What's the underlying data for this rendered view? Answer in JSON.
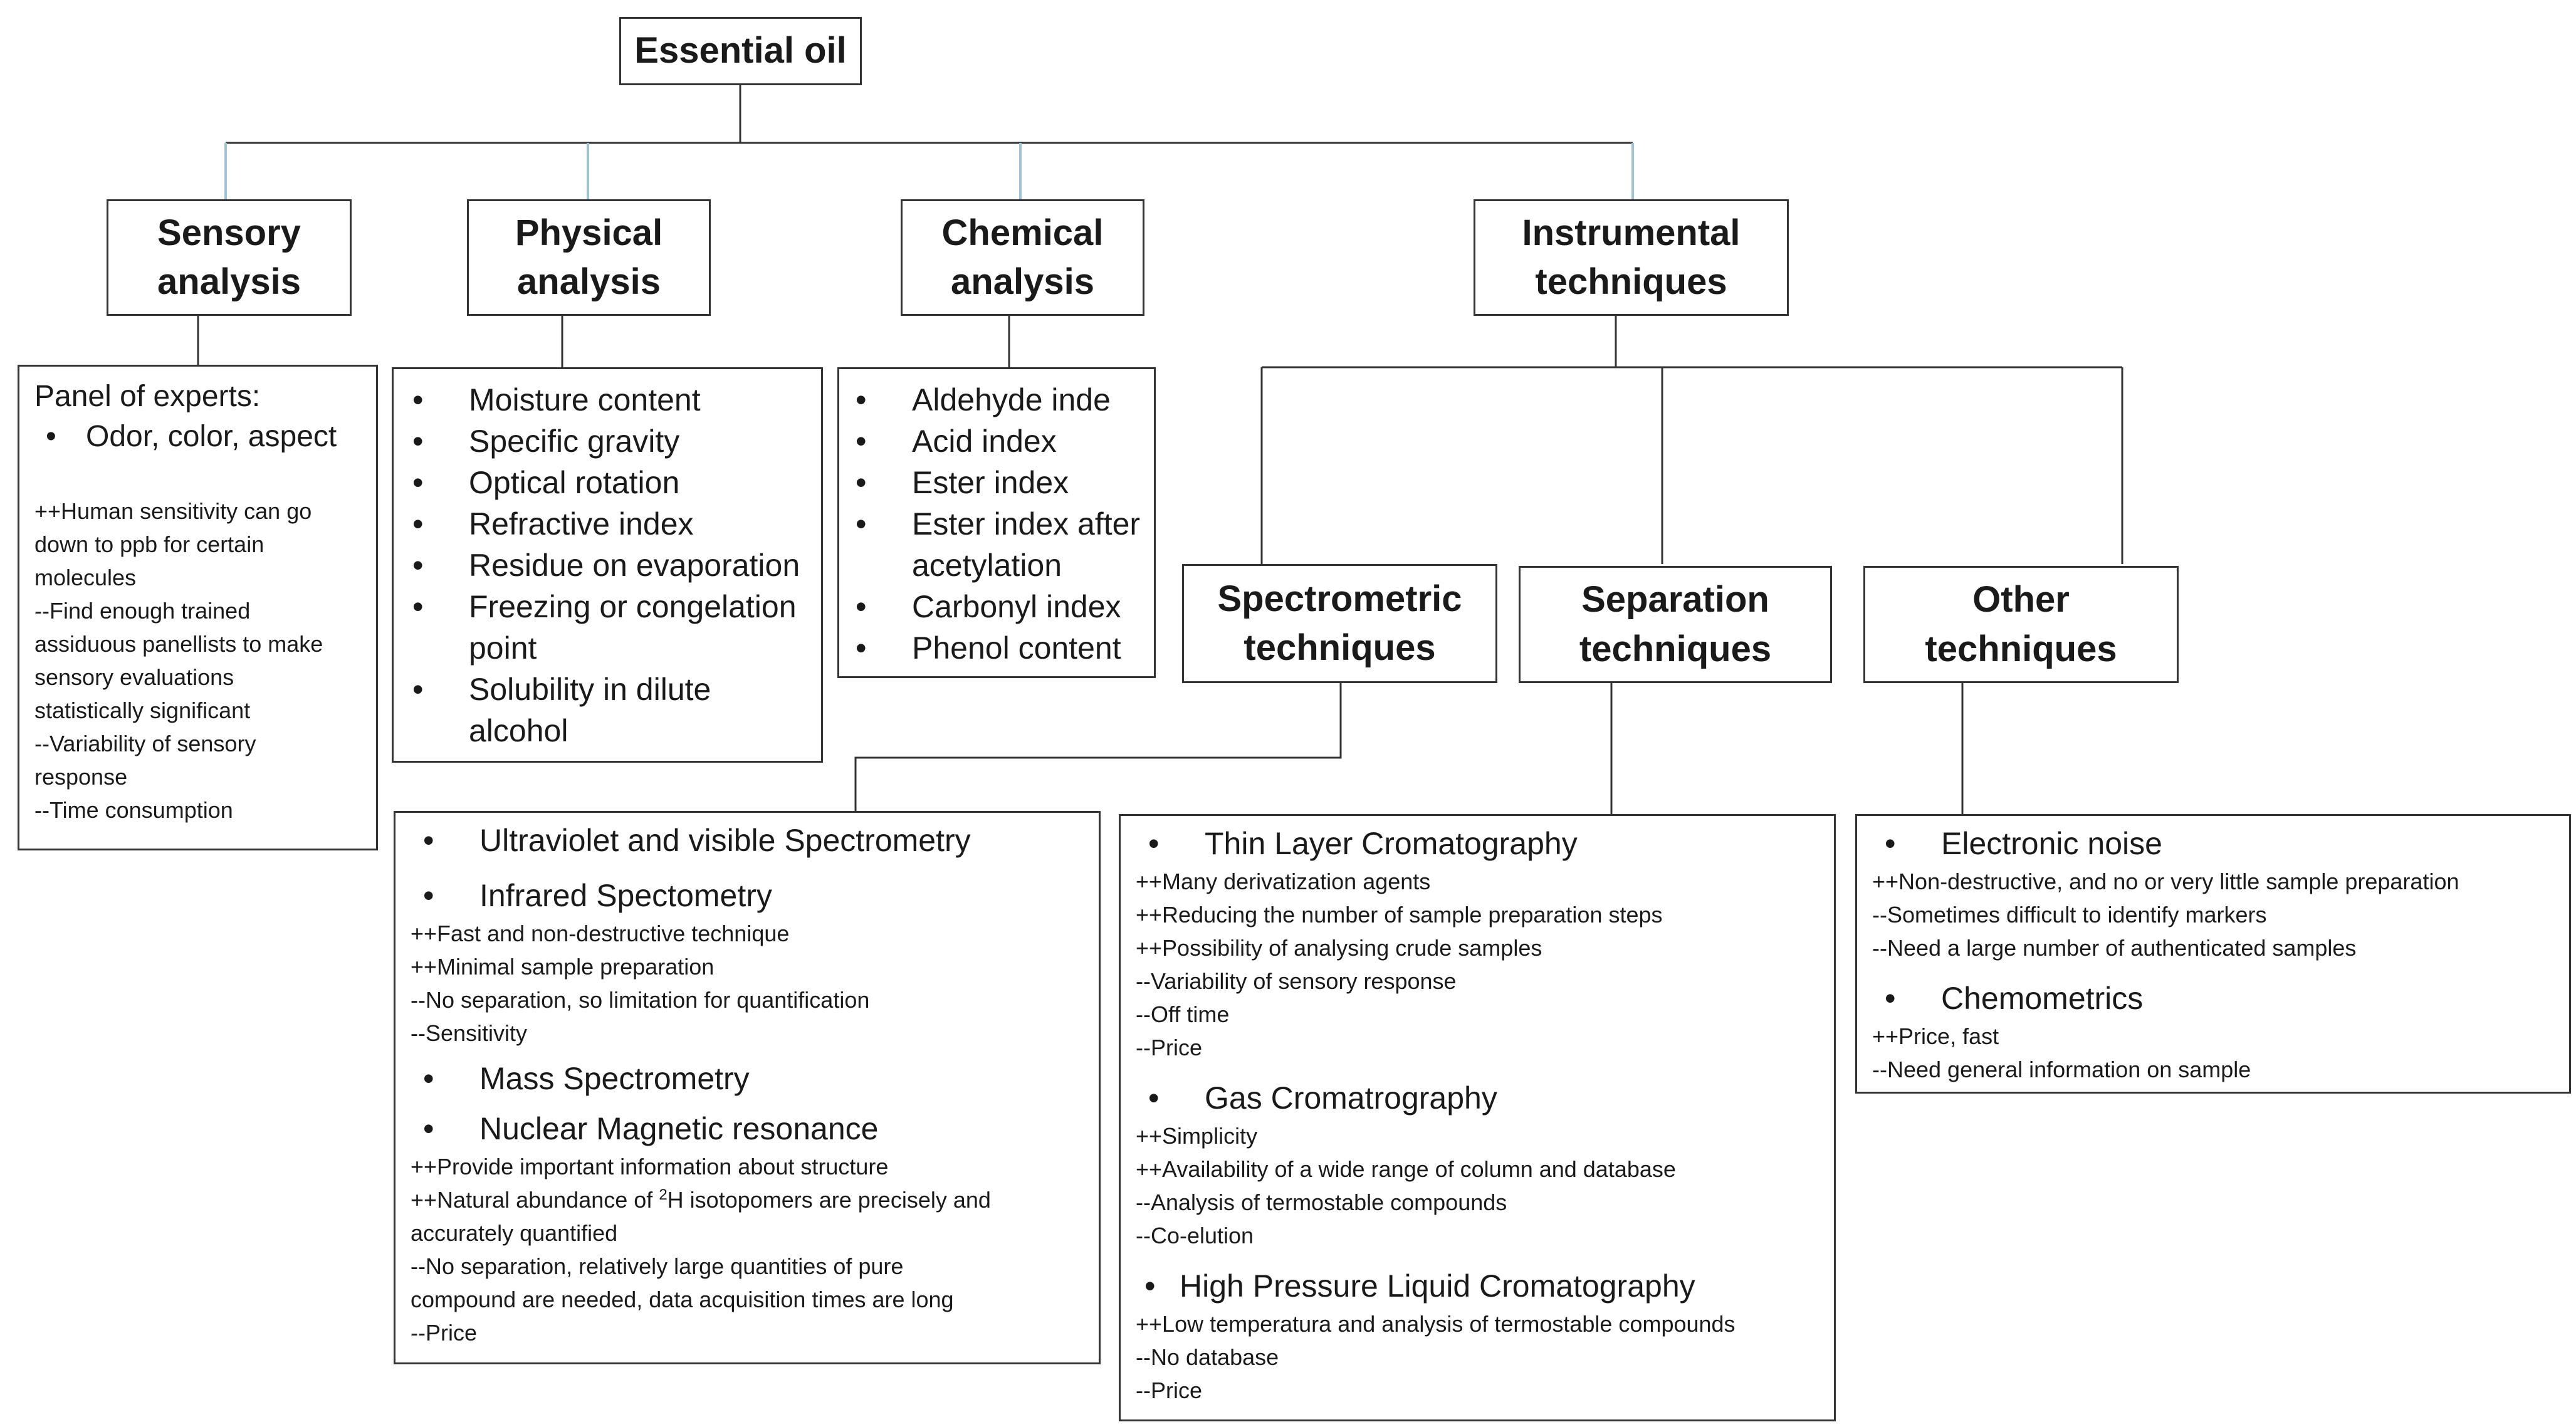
{
  "root": {
    "title": "Essential oil"
  },
  "categories": {
    "sensory": {
      "line1": "Sensory",
      "line2": "analysis"
    },
    "physical": {
      "line1": "Physical",
      "line2": "analysis"
    },
    "chemical": {
      "line1": "Chemical",
      "line2": "analysis"
    },
    "instrumental": {
      "line1": "Instrumental",
      "line2": "techniques"
    }
  },
  "sensory_details": {
    "heading": "Panel of experts:",
    "bullets": [
      "Odor, color, aspect"
    ],
    "notes": [
      "++Human sensitivity can go",
      "down to ppb for certain",
      "molecules",
      "--Find enough trained",
      "assiduous panellists to make",
      "sensory evaluations",
      "statistically significant",
      "--Variability of sensory",
      "response",
      "--Time consumption"
    ]
  },
  "physical_details": {
    "bullets": [
      "Moisture content",
      "Specific gravity",
      "Optical rotation",
      "Refractive index",
      "Residue on evaporation",
      "Freezing or congelation point",
      "Solubility in dilute alcohol"
    ]
  },
  "chemical_details": {
    "bullets": [
      "Aldehyde inde",
      "Acid index",
      "Ester index",
      "Ester index after acetylation",
      "Carbonyl index",
      "Phenol content"
    ]
  },
  "techniques": {
    "spectrometric": {
      "line1": "Spectrometric",
      "line2": "techniques"
    },
    "separation": {
      "line1": "Separation",
      "line2": "techniques"
    },
    "other": {
      "line1": "Other",
      "line2": "techniques"
    }
  },
  "spectrometric_details": {
    "uv": "Ultraviolet and visible Spectrometry",
    "ir": "Infrared Spectometry",
    "ir_notes": [
      "++Fast and non-destructive technique",
      "++Minimal sample preparation",
      "--No separation, so limitation for quantification",
      "--Sensitivity"
    ],
    "ms": "Mass Spectrometry",
    "nmr": "Nuclear Magnetic resonance",
    "nmr_note1": "++Provide important information about structure",
    "nmr_note2_pre": "++Natural abundance of ",
    "nmr_note2_sup": "2",
    "nmr_note2_post": "H isotopomers are precisely and",
    "nmr_notes_rest": [
      "accurately quantified",
      "--No separation, relatively large quantities of pure",
      "compound  are needed, data acquisition times are long",
      "--Price"
    ]
  },
  "separation_details": {
    "tlc": "Thin Layer Cromatography",
    "tlc_notes": [
      "++Many derivatization agents",
      "++Reducing the number of sample preparation steps",
      "++Possibility of analysing crude samples",
      "--Variability of sensory response",
      "--Off time",
      "--Price"
    ],
    "gc": "Gas Cromatrography",
    "gc_notes": [
      "++Simplicity",
      "++Availability of a wide range of column and database",
      "--Analysis of termostable compounds",
      "--Co-elution"
    ],
    "hplc": "High Pressure Liquid Cromatography",
    "hplc_notes": [
      "++Low temperatura  and analysis of termostable compounds",
      "--No database",
      "--Price"
    ]
  },
  "other_details": {
    "enose": "Electronic noise",
    "enose_notes": [
      "++Non-destructive, and no or very little sample preparation",
      "--Sometimes difficult to identify markers",
      "--Need a large number  of authenticated samples"
    ],
    "chemometrics": "Chemometrics",
    "chemometrics_notes": [
      "++Price, fast",
      "--Need general information on sample"
    ]
  },
  "colors": {
    "box_border": "#333333",
    "connector_top": "#9ec3d4",
    "connector": "#333333"
  }
}
